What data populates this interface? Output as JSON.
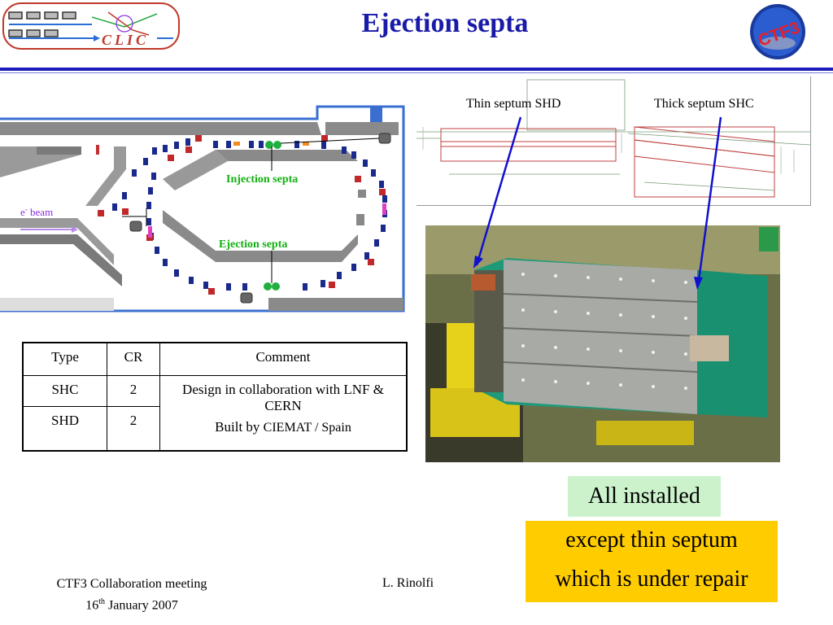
{
  "header": {
    "title": "Ejection septa",
    "clic_logo_text": "CLIC",
    "ctf3_logo_text": "CTF3"
  },
  "layout_figure": {
    "injection_label": "Injection septa",
    "ejection_label": "Ejection septa",
    "beam_label": "e",
    "beam_label_sup": "-",
    "beam_label_suffix": " beam"
  },
  "drawing": {
    "label_thin": "Thin septum SHD",
    "label_thick": "Thick septum SHC"
  },
  "table": {
    "headers": [
      "Type",
      "CR",
      "Comment"
    ],
    "rows": [
      {
        "type": "SHC",
        "cr": "2"
      },
      {
        "type": "SHD",
        "cr": "2"
      }
    ],
    "comment_line1": "Design in collaboration with LNF & CERN",
    "comment_line2_prefix": "Built by ",
    "comment_line2_rest": "CIEMAT / Spain"
  },
  "status": {
    "installed": "All installed",
    "repair_line1": "except thin septum",
    "repair_line2": "which is under repair"
  },
  "footer": {
    "meeting": "CTF3 Collaboration meeting",
    "date_day": "16",
    "date_sup": "th",
    "date_rest": " January 2007",
    "author": "L. Rinolfi"
  },
  "colors": {
    "title_blue": "#1a1aa8",
    "rule_blue": "#1c1cbc",
    "green_label": "#10b010",
    "installed_bg": "#ccf2cc",
    "repair_bg": "#ffcc00",
    "arrow_blue": "#1010d0"
  }
}
